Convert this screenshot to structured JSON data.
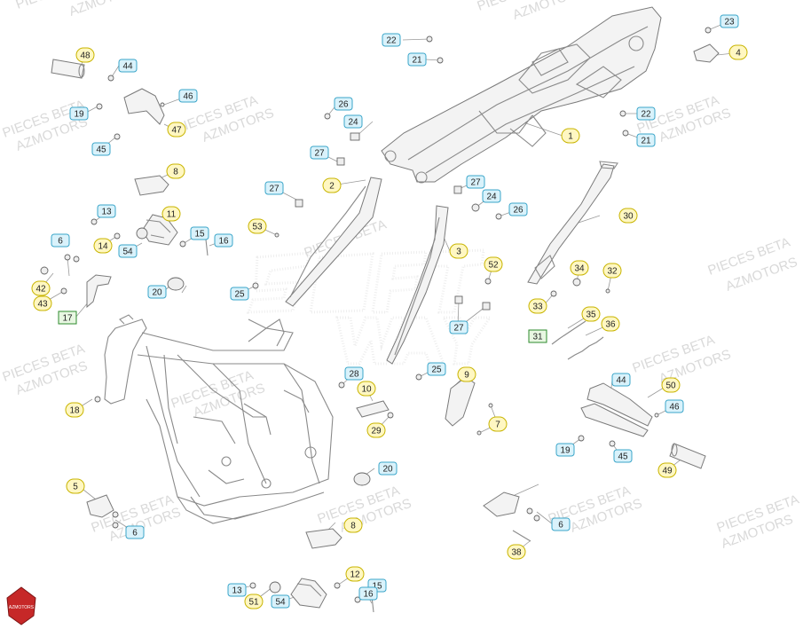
{
  "watermark": {
    "line1": "PIECES BETA",
    "line2": "AZMOTORS",
    "center_text": "SOFT WAY"
  },
  "logo": {
    "text": "AZMOTORS",
    "color": "#c62828"
  },
  "colors": {
    "yellow_fill": "#fff7c2",
    "yellow_stroke": "#c8b400",
    "blue_fill": "#d9f2fb",
    "blue_stroke": "#3aa5c9",
    "green_fill": "#e8f7e2",
    "green_stroke": "#2e8b2e"
  },
  "callouts": [
    {
      "label": "1",
      "style": "yellow"
    },
    {
      "label": "2",
      "style": "yellow"
    },
    {
      "label": "3",
      "style": "yellow"
    },
    {
      "label": "4",
      "style": "yellow"
    },
    {
      "label": "5",
      "style": "yellow"
    },
    {
      "label": "6",
      "style": "blue"
    },
    {
      "label": "6",
      "style": "blue"
    },
    {
      "label": "6",
      "style": "blue"
    },
    {
      "label": "7",
      "style": "yellow"
    },
    {
      "label": "8",
      "style": "yellow"
    },
    {
      "label": "8",
      "style": "yellow"
    },
    {
      "label": "9",
      "style": "yellow"
    },
    {
      "label": "10",
      "style": "yellow"
    },
    {
      "label": "11",
      "style": "yellow"
    },
    {
      "label": "12",
      "style": "yellow"
    },
    {
      "label": "13",
      "style": "blue"
    },
    {
      "label": "13",
      "style": "blue"
    },
    {
      "label": "14",
      "style": "yellow"
    },
    {
      "label": "15",
      "style": "blue"
    },
    {
      "label": "15",
      "style": "blue"
    },
    {
      "label": "16",
      "style": "blue"
    },
    {
      "label": "16",
      "style": "blue"
    },
    {
      "label": "17",
      "style": "green"
    },
    {
      "label": "18",
      "style": "yellow"
    },
    {
      "label": "19",
      "style": "blue"
    },
    {
      "label": "19",
      "style": "blue"
    },
    {
      "label": "20",
      "style": "blue"
    },
    {
      "label": "20",
      "style": "blue"
    },
    {
      "label": "21",
      "style": "blue"
    },
    {
      "label": "21",
      "style": "blue"
    },
    {
      "label": "22",
      "style": "blue"
    },
    {
      "label": "22",
      "style": "blue"
    },
    {
      "label": "23",
      "style": "blue"
    },
    {
      "label": "24",
      "style": "blue"
    },
    {
      "label": "24",
      "style": "blue"
    },
    {
      "label": "25",
      "style": "blue"
    },
    {
      "label": "25",
      "style": "blue"
    },
    {
      "label": "26",
      "style": "blue"
    },
    {
      "label": "26",
      "style": "blue"
    },
    {
      "label": "27",
      "style": "blue"
    },
    {
      "label": "27",
      "style": "blue"
    },
    {
      "label": "27",
      "style": "blue"
    },
    {
      "label": "27",
      "style": "blue"
    },
    {
      "label": "28",
      "style": "blue"
    },
    {
      "label": "29",
      "style": "yellow"
    },
    {
      "label": "30",
      "style": "yellow"
    },
    {
      "label": "31",
      "style": "green"
    },
    {
      "label": "32",
      "style": "yellow"
    },
    {
      "label": "33",
      "style": "yellow"
    },
    {
      "label": "34",
      "style": "yellow"
    },
    {
      "label": "35",
      "style": "yellow"
    },
    {
      "label": "36",
      "style": "yellow"
    },
    {
      "label": "38",
      "style": "yellow"
    },
    {
      "label": "42",
      "style": "yellow"
    },
    {
      "label": "43",
      "style": "yellow"
    },
    {
      "label": "44",
      "style": "blue"
    },
    {
      "label": "44",
      "style": "blue"
    },
    {
      "label": "45",
      "style": "blue"
    },
    {
      "label": "45",
      "style": "blue"
    },
    {
      "label": "46",
      "style": "blue"
    },
    {
      "label": "46",
      "style": "blue"
    },
    {
      "label": "47",
      "style": "yellow"
    },
    {
      "label": "48",
      "style": "yellow"
    },
    {
      "label": "49",
      "style": "yellow"
    },
    {
      "label": "50",
      "style": "yellow"
    },
    {
      "label": "51",
      "style": "yellow"
    },
    {
      "label": "52",
      "style": "yellow"
    },
    {
      "label": "53",
      "style": "yellow"
    },
    {
      "label": "54",
      "style": "blue"
    },
    {
      "label": "54",
      "style": "blue"
    }
  ]
}
